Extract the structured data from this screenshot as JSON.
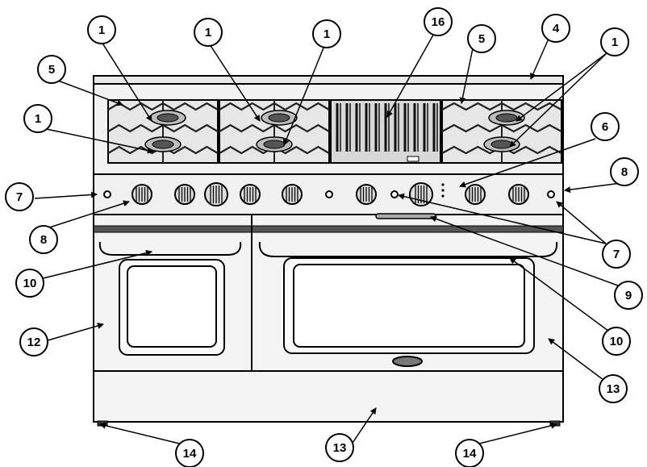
{
  "diagram": {
    "subject": "range-front-view",
    "callouts": [
      {
        "id": "c1a",
        "label": "1"
      },
      {
        "id": "c1b",
        "label": "1"
      },
      {
        "id": "c1c",
        "label": "1"
      },
      {
        "id": "c1d",
        "label": "1"
      },
      {
        "id": "c1e",
        "label": "1"
      },
      {
        "id": "c16",
        "label": "16"
      },
      {
        "id": "c5a",
        "label": "5"
      },
      {
        "id": "c5b",
        "label": "5"
      },
      {
        "id": "c4",
        "label": "4"
      },
      {
        "id": "c6",
        "label": "6"
      },
      {
        "id": "c7a",
        "label": "7"
      },
      {
        "id": "c7b",
        "label": "7"
      },
      {
        "id": "c8a",
        "label": "8"
      },
      {
        "id": "c8b",
        "label": "8"
      },
      {
        "id": "c9",
        "label": "9"
      },
      {
        "id": "c10a",
        "label": "10"
      },
      {
        "id": "c10b",
        "label": "10"
      },
      {
        "id": "c12",
        "label": "12"
      },
      {
        "id": "c13a",
        "label": "13"
      },
      {
        "id": "c13b",
        "label": "13"
      },
      {
        "id": "c14a",
        "label": "14"
      },
      {
        "id": "c14b",
        "label": "14"
      }
    ]
  }
}
